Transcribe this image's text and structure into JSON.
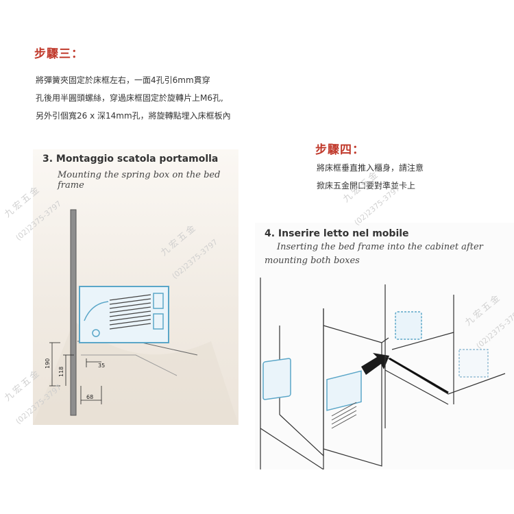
{
  "step3": {
    "title": "步驟三：",
    "lines": [
      "將彈簧夾固定於床框左右，一面4孔引6mm貫穿",
      "孔後用半圓頭螺絲，穿過床框固定於旋轉片上M6孔,",
      "另外引個寬26 x 深14mm孔，將旋轉點埋入床框板內"
    ]
  },
  "step4": {
    "title": "步驟四：",
    "lines": [
      "將床框垂直推入櫃身，請注意",
      "掀床五金開口要對準並卡上"
    ]
  },
  "figure3": {
    "title": "3. Montaggio scatola portamolla",
    "subtitle": "Mounting the spring box on the bed frame",
    "dims": [
      "190",
      "118",
      "35",
      "68"
    ]
  },
  "figure4": {
    "title": "4. Inserire letto nel mobile",
    "subtitle_line1": "Inserting the bed frame into the cabinet after",
    "subtitle_line2": "mounting both boxes"
  },
  "watermark": {
    "name": "九宏五金",
    "phone": "(02)2375-3797"
  },
  "colors": {
    "step_title": "#c0392b",
    "highlight_blue": "#5aa6c8"
  }
}
